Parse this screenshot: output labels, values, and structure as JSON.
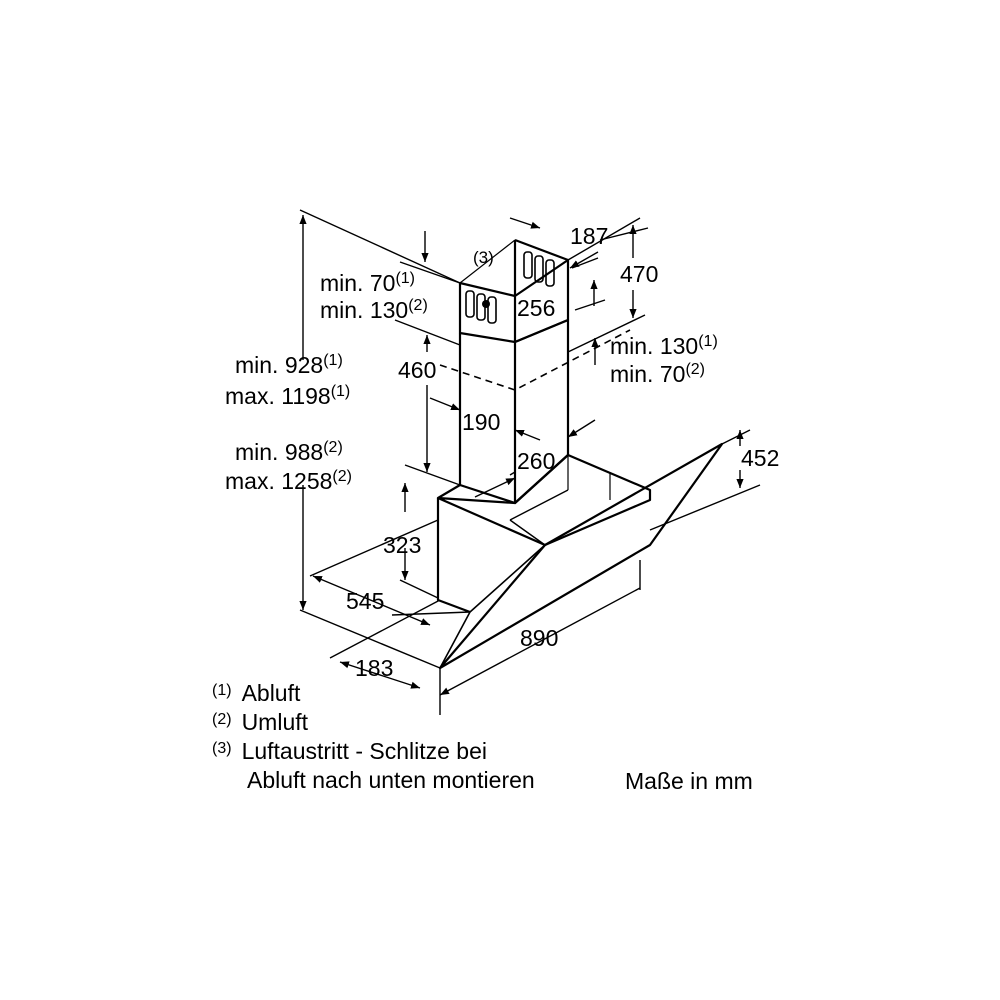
{
  "dimensions": {
    "d187": "187",
    "d470": "470",
    "d256": "256",
    "d460": "460",
    "d190": "190",
    "d260": "260",
    "d452": "452",
    "d323": "323",
    "d545": "545",
    "d183": "183",
    "d890": "890",
    "callout3": "(3)",
    "chimney_top_left": {
      "line1": "min. 70",
      "line1_sup": "(1)",
      "line2": "min. 130",
      "line2_sup": "(2)"
    },
    "chimney_right": {
      "line1": "min. 130",
      "line1_sup": "(1)",
      "line2": "min. 70",
      "line2_sup": "(2)"
    },
    "height_exhaust": {
      "line1": "min. 928",
      "line1_sup": "(1)",
      "line2": "max. 1198",
      "line2_sup": "(1)"
    },
    "height_recirc": {
      "line1": "min. 988",
      "line1_sup": "(2)",
      "line2": "max. 1258",
      "line2_sup": "(2)"
    }
  },
  "legend": [
    {
      "mark": "(1)",
      "text": "Abluft"
    },
    {
      "mark": "(2)",
      "text": "Umluft"
    },
    {
      "mark": "(3)",
      "text": "Luftaustritt - Schlitze bei"
    }
  ],
  "legend_cont": "Abluft nach unten montieren",
  "units": "Maße in mm"
}
